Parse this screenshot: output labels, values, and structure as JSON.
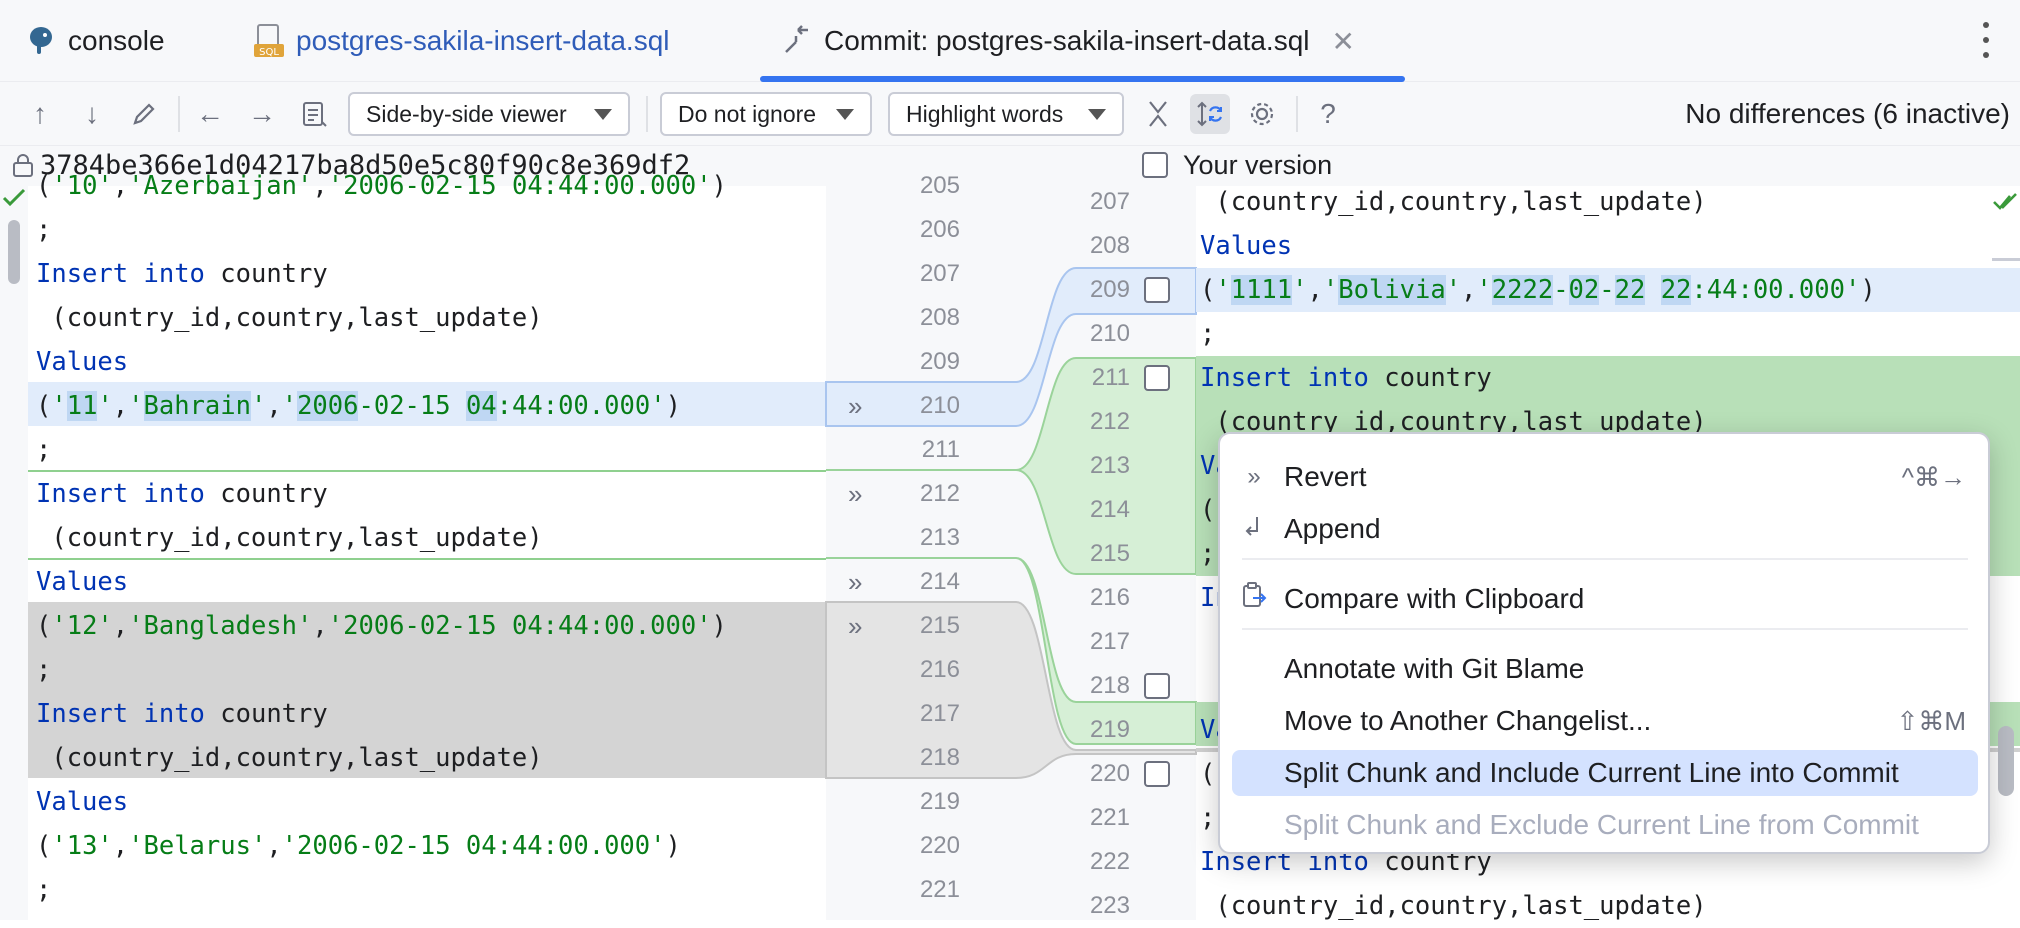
{
  "tabs": [
    {
      "label": "console",
      "icon": "postgres-elephant-icon"
    },
    {
      "label": "postgres-sakila-insert-data.sql",
      "icon": "sql-file-icon"
    },
    {
      "label": "Commit: postgres-sakila-insert-data.sql",
      "icon": "commit-diff-icon",
      "active": true
    }
  ],
  "toolbar": {
    "viewer_label": "Side-by-side viewer",
    "ignore_label": "Do not ignore",
    "highlight_label": "Highlight words",
    "status": "No differences (6 inactive)",
    "help": "?"
  },
  "info": {
    "hash": "3784be366e1d04217ba8d50e5c80f90c8e369df2",
    "your_version": "Your version"
  },
  "left_lines": [
    "('10','Azerbaijan','2006-02-15 04:44:00.000')",
    ";",
    "Insert into country",
    " (country_id,country,last_update)",
    "Values",
    "('11','Bahrain','2006-02-15 04:44:00.000')",
    ";",
    "Insert into country",
    " (country_id,country,last_update)",
    "Values",
    "('12','Bangladesh','2006-02-15 04:44:00.000')",
    ";",
    "Insert into country",
    " (country_id,country,last_update)",
    "Values",
    "('13','Belarus','2006-02-15 04:44:00.000')",
    ";"
  ],
  "left_numbers": [
    "205",
    "206",
    "207",
    "208",
    "209",
    "210",
    "211",
    "212",
    "213",
    "214",
    "215",
    "216",
    "217",
    "218",
    "219",
    "220",
    "221"
  ],
  "right_numbers": [
    "207",
    "208",
    "209",
    "210",
    "211",
    "212",
    "213",
    "214",
    "215",
    "216",
    "217",
    "218",
    "219",
    "220",
    "221",
    "222",
    "223"
  ],
  "right_lines": [
    " (country_id,country,last_update)",
    "Values",
    "('1111','Bolivia','2222-02-22 22:44:00.000')",
    ";",
    "Insert into country",
    " (country_id,country,last_update)",
    "Va",
    "(",
    ";",
    "In",
    "",
    "",
    "Va",
    "(",
    ";",
    "Insert into country",
    " (country_id,country,last_update)"
  ],
  "menu": {
    "items": [
      {
        "label": "Revert",
        "shortcut": "^⌘→",
        "icon": "revert-icon",
        "state": "normal"
      },
      {
        "label": "Append",
        "shortcut": "",
        "icon": "append-icon",
        "state": "normal"
      },
      {
        "label": "Compare with Clipboard",
        "shortcut": "",
        "icon": "clipboard-compare-icon",
        "state": "normal"
      },
      {
        "label": "Annotate with Git Blame",
        "shortcut": "",
        "icon": "",
        "state": "normal"
      },
      {
        "label": "Move to Another Changelist...",
        "shortcut": "⇧⌘M",
        "icon": "",
        "state": "normal"
      },
      {
        "label": "Split Chunk and Include Current Line into Commit",
        "shortcut": "",
        "icon": "",
        "state": "selected"
      },
      {
        "label": "Split Chunk and Exclude Current Line from Commit",
        "shortcut": "",
        "icon": "",
        "state": "disabled"
      }
    ]
  },
  "colors": {
    "accent": "#3574f0",
    "keyword": "#0033b3",
    "string": "#067d17",
    "modified_bg": "#e1ecfb",
    "added_bg": "#b8e0b8",
    "inactive_bg": "#d4d4d4",
    "menu_selected": "#d4e2ff"
  }
}
